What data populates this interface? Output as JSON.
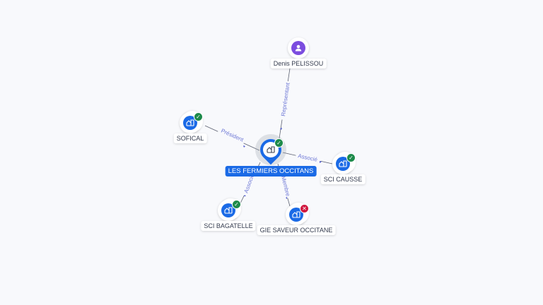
{
  "center": {
    "name": "LES FERMIERS OCCITANS",
    "status": "active",
    "icon": "building-icon"
  },
  "nodes": [
    {
      "name": "Denis PELISSOU",
      "type": "person",
      "icon": "person-icon"
    },
    {
      "name": "SOFICAL",
      "type": "company",
      "status": "active",
      "icon": "building-icon"
    },
    {
      "name": "SCI CAUSSE",
      "type": "company",
      "status": "active",
      "icon": "building-icon"
    },
    {
      "name": "SCI BAGATELLE",
      "type": "company",
      "status": "active",
      "icon": "building-icon"
    },
    {
      "name": "GIE SAVEUR OCCITANE",
      "type": "company",
      "status": "closed",
      "icon": "building-icon"
    }
  ],
  "edges": [
    {
      "label": "Représentant"
    },
    {
      "label": "Président"
    },
    {
      "label": "Associé"
    },
    {
      "label": "Associé"
    },
    {
      "label": "Membre"
    }
  ],
  "colors": {
    "accent": "#1a6ae6",
    "person": "#7c4ddf",
    "active": "#1d8a4a",
    "closed": "#d0183f",
    "edge_label": "#6f79d6"
  }
}
